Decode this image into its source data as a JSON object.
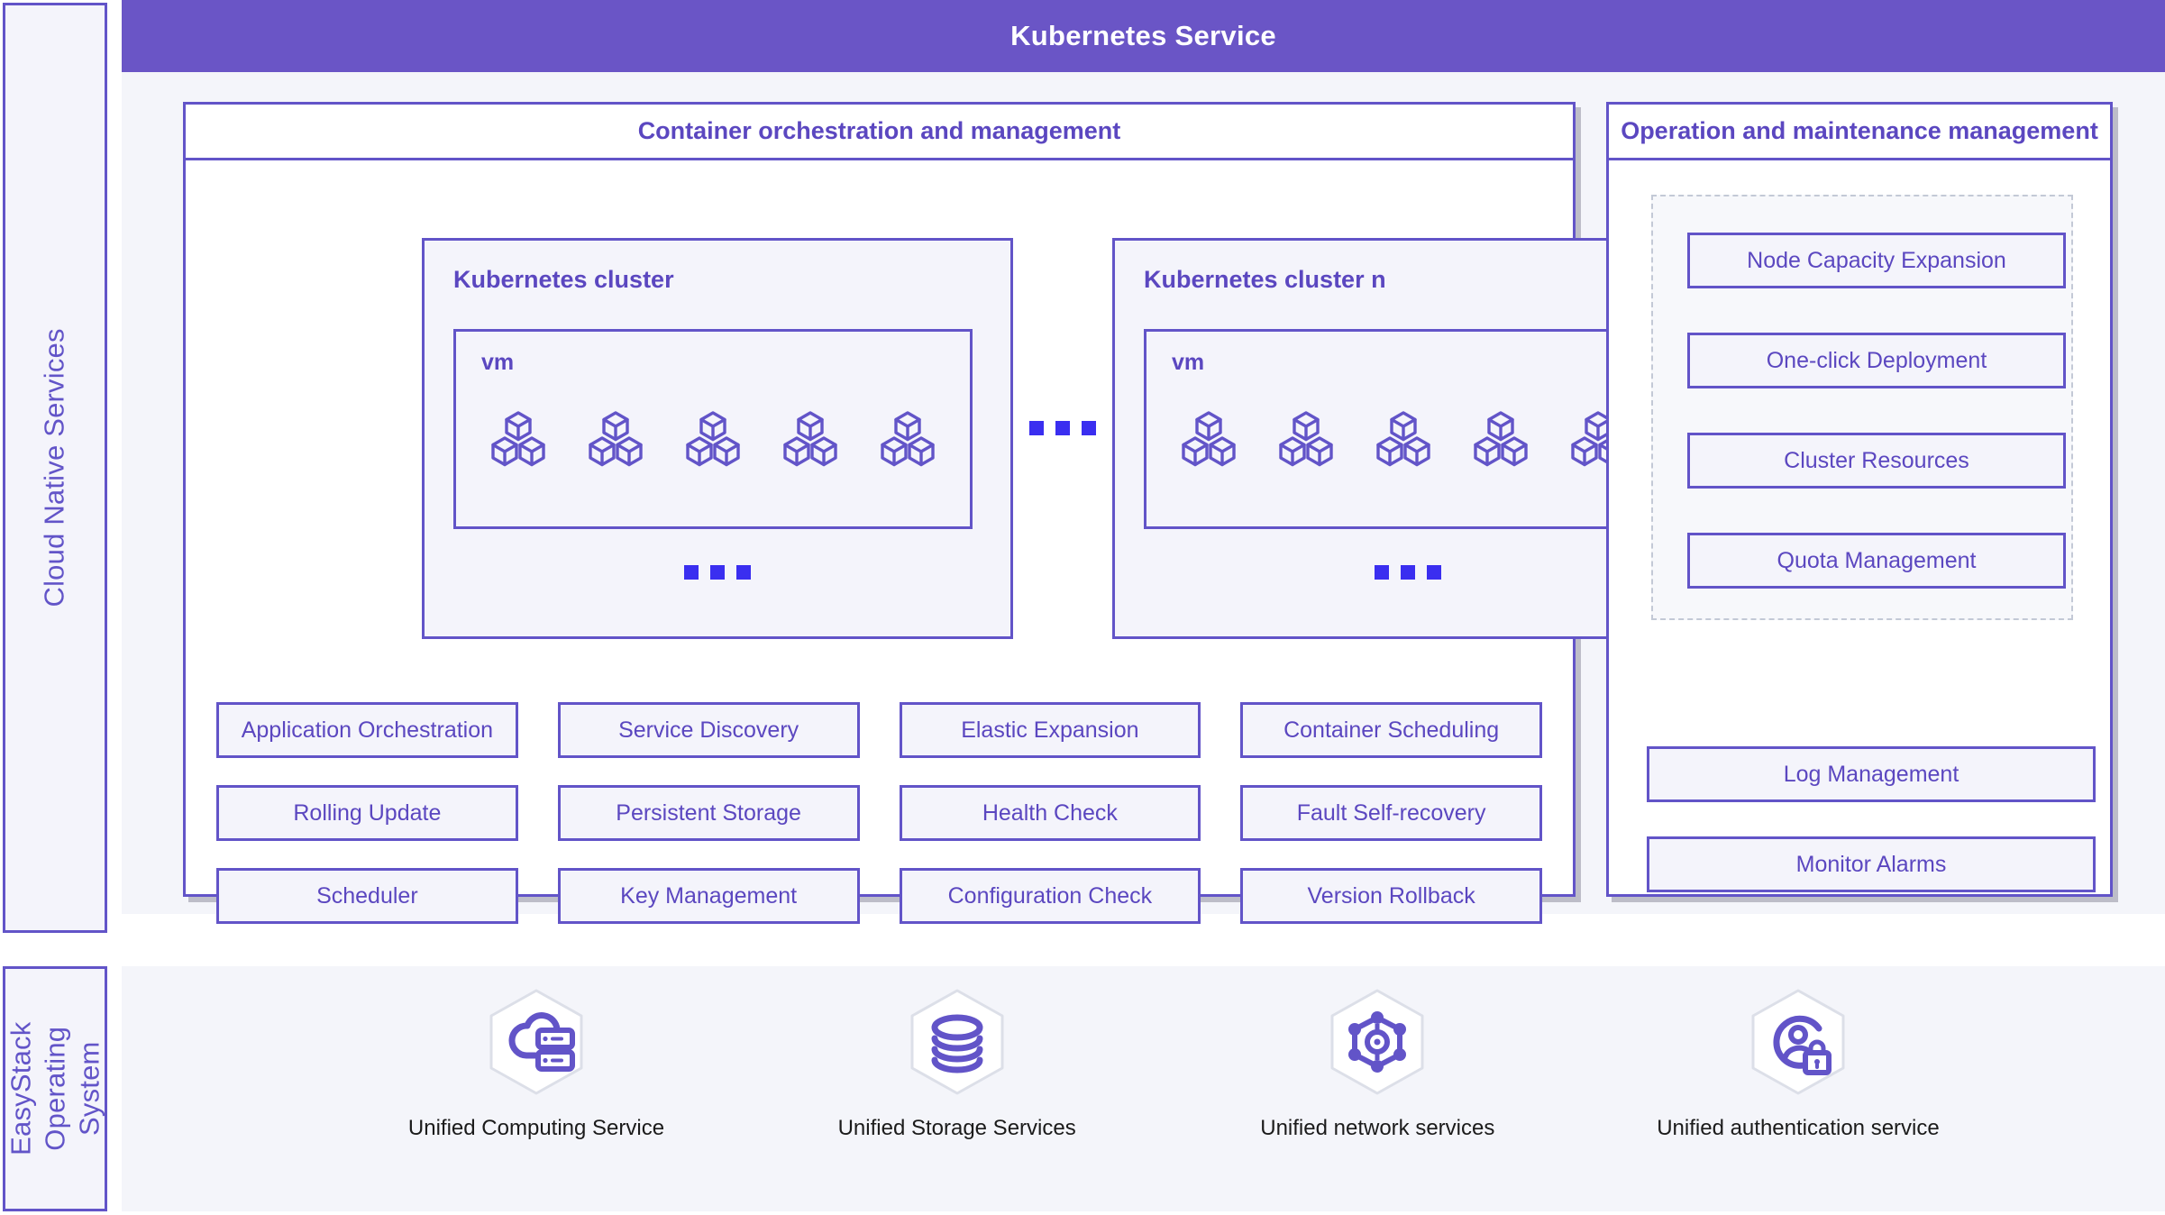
{
  "header": {
    "title": "Kubernetes Service",
    "bar_color": "#6a55c6"
  },
  "rails": {
    "cloud_native": "Cloud Native Services",
    "operating_system": "EasyStack\nOperating\nSystem"
  },
  "orchestration": {
    "title": "Container orchestration and management",
    "clusters": [
      {
        "name": "Kubernetes cluster",
        "vm_label": "vm",
        "cube_groups": 5,
        "ellipsis": "..."
      },
      {
        "name": "Kubernetes cluster n",
        "vm_label": "vm",
        "cube_groups": 5,
        "ellipsis": "..."
      }
    ],
    "between_clusters_ellipsis": "...",
    "features": [
      "Application Orchestration",
      "Service Discovery",
      "Elastic Expansion",
      "Container Scheduling",
      "Rolling Update",
      "Persistent Storage",
      "Health Check",
      "Fault Self-recovery",
      "Scheduler",
      "Key Management",
      "Configuration Check",
      "Version Rollback"
    ]
  },
  "operations": {
    "title": "Operation and maintenance management",
    "grouped_items": [
      "Node Capacity Expansion",
      "One-click Deployment",
      "Cluster Resources",
      "Quota Management"
    ],
    "standalone_items": [
      "Log Management",
      "Monitor Alarms"
    ]
  },
  "os_services": [
    {
      "label": "Unified Computing Service",
      "icon": "cloud-server-icon"
    },
    {
      "label": "Unified Storage Services",
      "icon": "database-stack-icon"
    },
    {
      "label": "Unified network services",
      "icon": "network-mesh-gear-icon"
    },
    {
      "label": "Unified authentication service",
      "icon": "user-lock-icon"
    }
  ],
  "colors": {
    "primary_purple": "#6254c8",
    "header_purple": "#6a55c6",
    "text_purple": "#5b47c0",
    "dot_blue": "#3a2ef0",
    "panel_fill": "#f4f4fb",
    "band_fill": "#f4f5fa",
    "dashed_border": "#c3c9d6"
  }
}
